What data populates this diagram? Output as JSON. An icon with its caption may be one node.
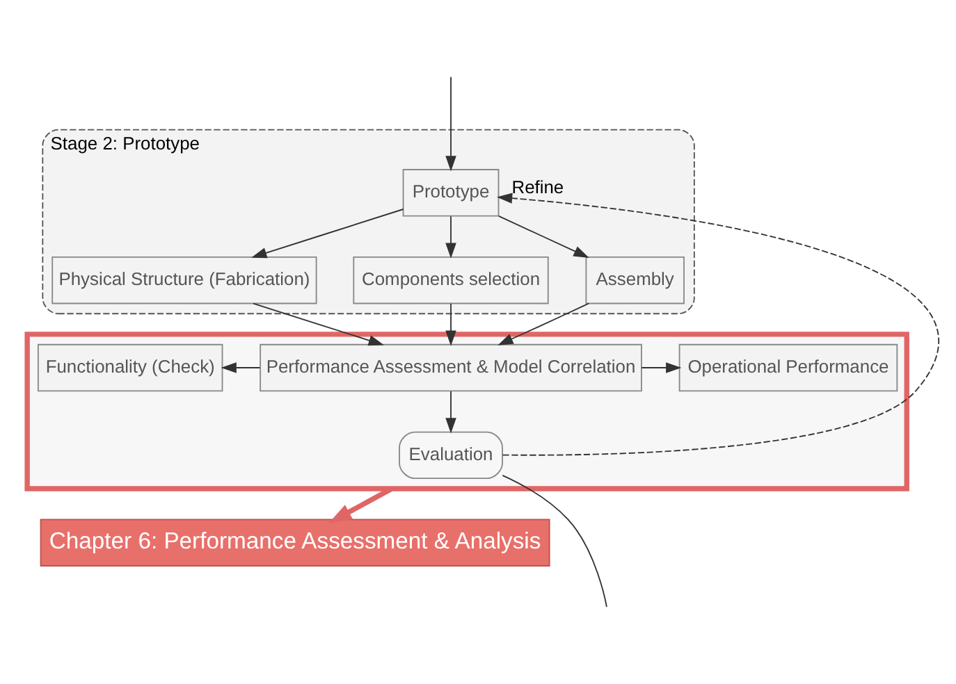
{
  "diagram": {
    "nodes": [
      {
        "text": [
          "Stage 2: Prototype"
        ]
      },
      {
        "text": [
          "Prototype"
        ],
        "in": 0
      },
      {
        "text": [
          "Physical Structure (Fabrication)"
        ],
        "in": 0
      },
      {
        "text": [
          "Components selection"
        ],
        "in": 0
      },
      {
        "text": [
          "Assembly"
        ],
        "in": 0
      },
      {
        "text": [],
        "shape": "box"
      },
      {
        "text": [
          "Functionality (Check)"
        ],
        "in": 5
      },
      {
        "text": [
          "Performance Assessment & Model Correlation"
        ],
        "in": 5
      },
      {
        "text": [
          "Operational Performance"
        ],
        "in": 5
      },
      {
        "text": [
          "Evaluation"
        ],
        "in": 5
      },
      {
        "text": [
          "Chapter 6: Performance Assessment & Analysis"
        ]
      }
    ],
    "edges": [
      {
        "from": null,
        "to": 1,
        "arrow": "to"
      },
      {
        "from": 1,
        "to": 2,
        "arrow": "to"
      },
      {
        "from": 1,
        "to": 3,
        "arrow": "to"
      },
      {
        "from": 1,
        "to": 4,
        "arrow": "to"
      },
      {
        "from": 2,
        "to": 7,
        "arrow": "to"
      },
      {
        "from": 3,
        "to": 7,
        "arrow": "to"
      },
      {
        "from": 4,
        "to": 7,
        "arrow": "to"
      },
      {
        "from": 7,
        "to": 6,
        "arrow": "to"
      },
      {
        "from": 7,
        "to": 8,
        "arrow": "to"
      },
      {
        "from": 7,
        "to": 9,
        "arrow": "to"
      },
      {
        "from": 9,
        "to": 1,
        "arrow": "to",
        "label": "Refine",
        "style": "dashed"
      },
      {
        "from": 9,
        "to": null,
        "arrow": "none"
      },
      {
        "from": 5,
        "to": 10,
        "arrow": "to",
        "style": "thick",
        "color": "#e06666"
      }
    ]
  }
}
